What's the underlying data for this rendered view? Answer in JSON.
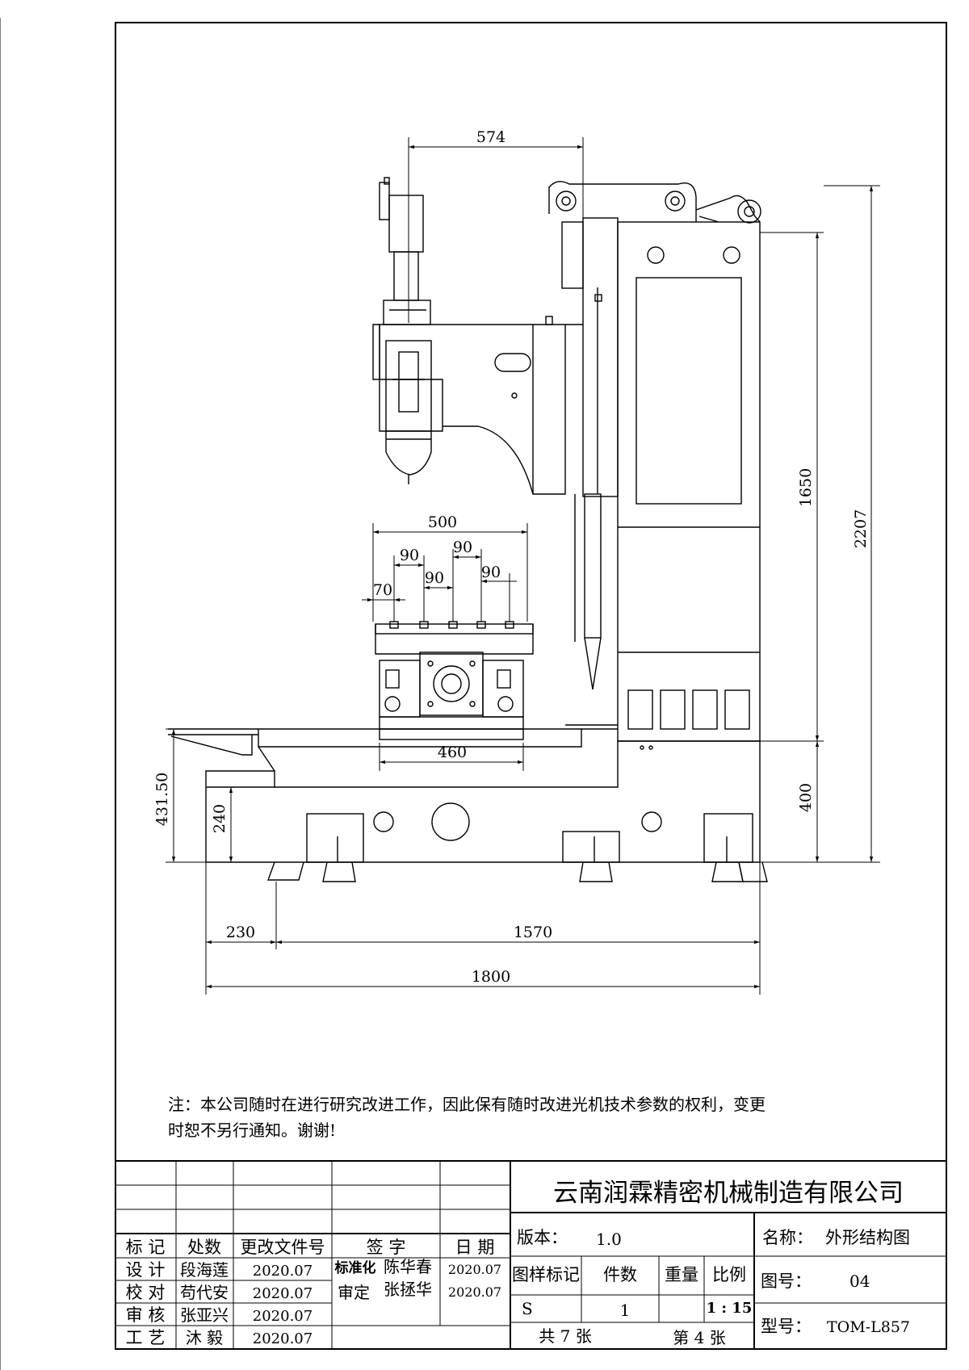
{
  "dimensions": {
    "top_width": "574",
    "table_length": "500",
    "slot_pitch_a": "90",
    "slot_pitch_b": "90",
    "slot_pitch_c": "90",
    "slot_pitch_d": "90",
    "slot_edge": "70",
    "saddle_width": "460",
    "column_height": "1650",
    "total_height": "2207",
    "base_height_right": "400",
    "base_height_left": "431.50",
    "base_height_inner": "240",
    "overhang_left": "230",
    "base_length": "1570",
    "total_length": "1800"
  },
  "note": {
    "line1": "注：本公司随时在进行研究改进工作，因此保有随时改进光机技术参数的权利，变更",
    "line2": "时恕不另行通知。谢谢!"
  },
  "title_block": {
    "company": "云南润霖精密机械制造有限公司",
    "rev_headers": [
      "标 记",
      "处数",
      "更改文件号",
      "签 字",
      "日 期"
    ],
    "roles": {
      "design": "设 计",
      "check": "校 对",
      "review": "审 核",
      "process": "工 艺",
      "standard": "标准化",
      "approve": "审定"
    },
    "people": {
      "design": "段海莲",
      "check": "苟代安",
      "review": "张亚兴",
      "process": "沐 毅",
      "standard": "陈华春",
      "approve": "张拯华"
    },
    "dates": {
      "design": "2020.07",
      "check": "2020.07",
      "review": "2020.07",
      "process": "2020.07",
      "standard": "2020.07",
      "approve": "2020.07"
    },
    "version_label": "版本：",
    "version_value": "1.0",
    "name_label": "名称：",
    "name_value": "外形结构图",
    "sample_mark": "图样标记",
    "quantity_label": "件数",
    "weight_label": "重量",
    "scale_label": "比例",
    "sample_value": "S",
    "quantity_value": "1",
    "scale_value": "1 : 15",
    "drawing_no_label": "图号：",
    "drawing_no_value": "04",
    "total_sheets": "共 7 张",
    "sheet_no": "第 4 张",
    "model_label": "型号：",
    "model_value": "TOM-L857"
  }
}
